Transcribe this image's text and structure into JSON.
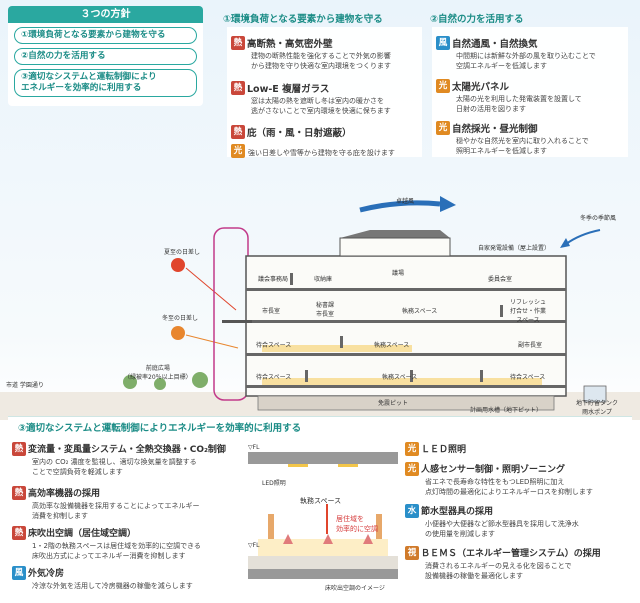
{
  "colors": {
    "teal": "#2aa8a0",
    "heat": "#c9473a",
    "light": "#e08a22",
    "wind": "#2a8fc9"
  },
  "policies": {
    "title": "３つの方針",
    "items": [
      "①環境負荷となる要素から建物を守る",
      "②自然の力を活用する",
      "③適切なシステムと運転制御により\nエネルギーを効率的に利用する"
    ]
  },
  "section1": {
    "header": "①環境負荷となる要素から建物を守る",
    "items": [
      {
        "tag": "熱",
        "title": "高断熱・高気密外壁",
        "desc": "建物の断熱性能を強化することで外気の影響\nから建物を守り快適な室内環境をつくります"
      },
      {
        "tag": "熱",
        "title": "Low-E 複層ガラス",
        "desc": "窓は太陽の熱を遮断し冬は室内の暖かさを\n逃がさないことで室内環境を快適に保ちます"
      },
      {
        "tag": "熱",
        "tag2": "光",
        "title": "庇（雨・風・日射遮蔽）",
        "desc": "強い日差しや雪等から建物を守る庇を設けます"
      }
    ]
  },
  "section2": {
    "header": "②自然の力を活用する",
    "items": [
      {
        "tag": "風",
        "title": "自然通風・自然換気",
        "desc": "中間期には新鮮な外部の風を取り込むことで\n空調エネルギーを低減します"
      },
      {
        "tag": "光",
        "title": "太陽光パネル",
        "desc": "太陽の光を利用した発電装置を設置して\n日射の活用を図ります"
      },
      {
        "tag": "光",
        "title": "自然採光・昼光制御",
        "desc": "穏やかな自然光を室内に取り入れることで\n照明エネルギーを低減します"
      }
    ]
  },
  "diagram": {
    "wind_main": "卓越風",
    "wind_winter": "冬季の季節風",
    "sun_summer": "夏至の日差し",
    "sun_winter": "冬至の日差し",
    "plaza": "前庭広場\n（緑被率20％以上目標）",
    "street": "市道 学園通り",
    "rooms": {
      "roof_equip": "自家発電設備（屋上設置）",
      "conference_a": "議会事務局",
      "storage": "収納庫",
      "assembly": "議場",
      "committee": "委員会室",
      "mayor": "市長室",
      "secretary": "秘書課\n市長室",
      "office3": "執務スペース",
      "refresh": "リフレッシュ\n打合せ・作業\nスペース",
      "wait2": "待合スペース",
      "office2": "執務スペース",
      "deputy": "副市長室",
      "wait1": "待合スペース",
      "office1": "執務スペース",
      "wait1b": "待合スペース",
      "pit": "免震ピット",
      "trench": "計画用水槽（地下ピット）",
      "tank": "地下貯留タンク\n雨水ポンプ"
    }
  },
  "section3": {
    "header": "③適切なシステムと運転制御によりエネルギーを効率的に利用する",
    "left": [
      {
        "tag": "熱",
        "title": "変流量・変風量システム・全熱交換器・CO₂制御",
        "desc": "室内の CO₂ 濃度を監視し、適切な換気量を調整する\nことで空調負荷を軽減します"
      },
      {
        "tag": "熱",
        "title": "高効率機器の採用",
        "desc": "高効率な設備機器を採用することによってエネルギー\n消費を抑制します"
      },
      {
        "tag": "熱",
        "title": "床吹出空調（居住域空調）",
        "desc": "1・2階の執務スペースは居住域を効率的に空調できる\n床吹出方式によってエネルギー消費を抑制します"
      },
      {
        "tag": "風",
        "title": "外気冷房",
        "desc": "冷涼な外気を活用して冷房機器の稼働を減らします"
      }
    ],
    "center": {
      "fl_top": "▽FL",
      "led": "LED照明",
      "office": "執務スペース",
      "zone": "居住域を\n効率的に空調",
      "fl_bottom": "▽FL",
      "caption": "床吹出空調のイメージ"
    },
    "right": [
      {
        "tag": "光",
        "title": "ＬＥＤ照明",
        "desc": ""
      },
      {
        "tag": "光",
        "title": "人感センサー制御・照明ゾーニング",
        "desc": "省エネで長寿命な特性をもつLED照明に加え\n点灯時間の最適化によりエネルギーロスを抑制します"
      },
      {
        "tag": "水",
        "title": "節水型器具の採用",
        "desc": "小便器や大便器など節水型器具を採用して洗浄水\nの使用量を削減します"
      },
      {
        "tag": "視",
        "title": "ＢＥＭＳ（エネルギー管理システム）の採用",
        "desc": "消費されるエネルギーの見える化を図ることで\n設備機器の稼働を最適化します"
      }
    ]
  }
}
